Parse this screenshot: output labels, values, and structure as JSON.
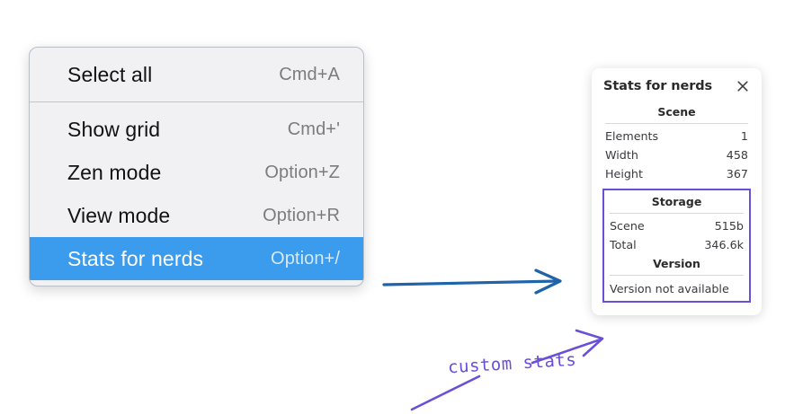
{
  "colors": {
    "menu_background": "#f1f1f3",
    "menu_border": "#b9bfc6",
    "highlight_blue": "#3b9bec",
    "shortcut_gray": "#7b7b80",
    "annotation_purple": "#6a4fd8",
    "arrow_blue": "#1f63a8",
    "panel_background": "#ffffff"
  },
  "context_menu": {
    "groups": [
      {
        "items": [
          {
            "label": "Select all",
            "shortcut": "Cmd+A",
            "selected": false
          }
        ]
      },
      {
        "items": [
          {
            "label": "Show grid",
            "shortcut": "Cmd+'",
            "selected": false
          },
          {
            "label": "Zen mode",
            "shortcut": "Option+Z",
            "selected": false
          },
          {
            "label": "View mode",
            "shortcut": "Option+R",
            "selected": false
          },
          {
            "label": "Stats for nerds",
            "shortcut": "Option+/",
            "selected": true
          }
        ]
      }
    ]
  },
  "stats_panel": {
    "title": "Stats for nerds",
    "close_icon": "close-icon",
    "sections": [
      {
        "heading": "Scene",
        "boxed": false,
        "rows": [
          {
            "label": "Elements",
            "value": "1"
          },
          {
            "label": "Width",
            "value": "458"
          },
          {
            "label": "Height",
            "value": "367"
          }
        ]
      },
      {
        "heading": "Storage",
        "boxed": true,
        "rows": [
          {
            "label": "Scene",
            "value": "515b"
          },
          {
            "label": "Total",
            "value": "346.6k"
          }
        ]
      },
      {
        "heading": "Version",
        "boxed": true,
        "note": "Version not available"
      }
    ]
  },
  "annotations": {
    "handwritten_label": "custom stats"
  }
}
